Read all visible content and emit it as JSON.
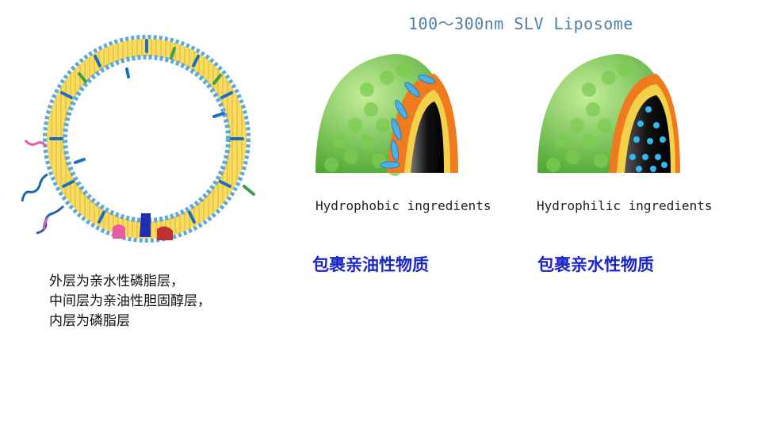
{
  "title": "100～300nm SLV Liposome",
  "left_description": {
    "line1": "外层为亲水性磷脂层，",
    "line2": "中间层为亲油性胆固醇层，",
    "line3": "内层为磷脂层"
  },
  "panels": [
    {
      "caption": "Hydrophobic ingredients",
      "label": "包裹亲油性物质"
    },
    {
      "caption": "Hydrophilic ingredients",
      "label": "包裹亲水性物质"
    }
  ],
  "colors": {
    "title": "#4d7fa8",
    "label_blue": "#1a26c8",
    "sphere_green": "#6cc04a",
    "lipid_yellow": "#f3d24a",
    "head_blue": "#5aa8e0",
    "core_dark": "#111111",
    "orange_layer": "#f07a1e"
  }
}
